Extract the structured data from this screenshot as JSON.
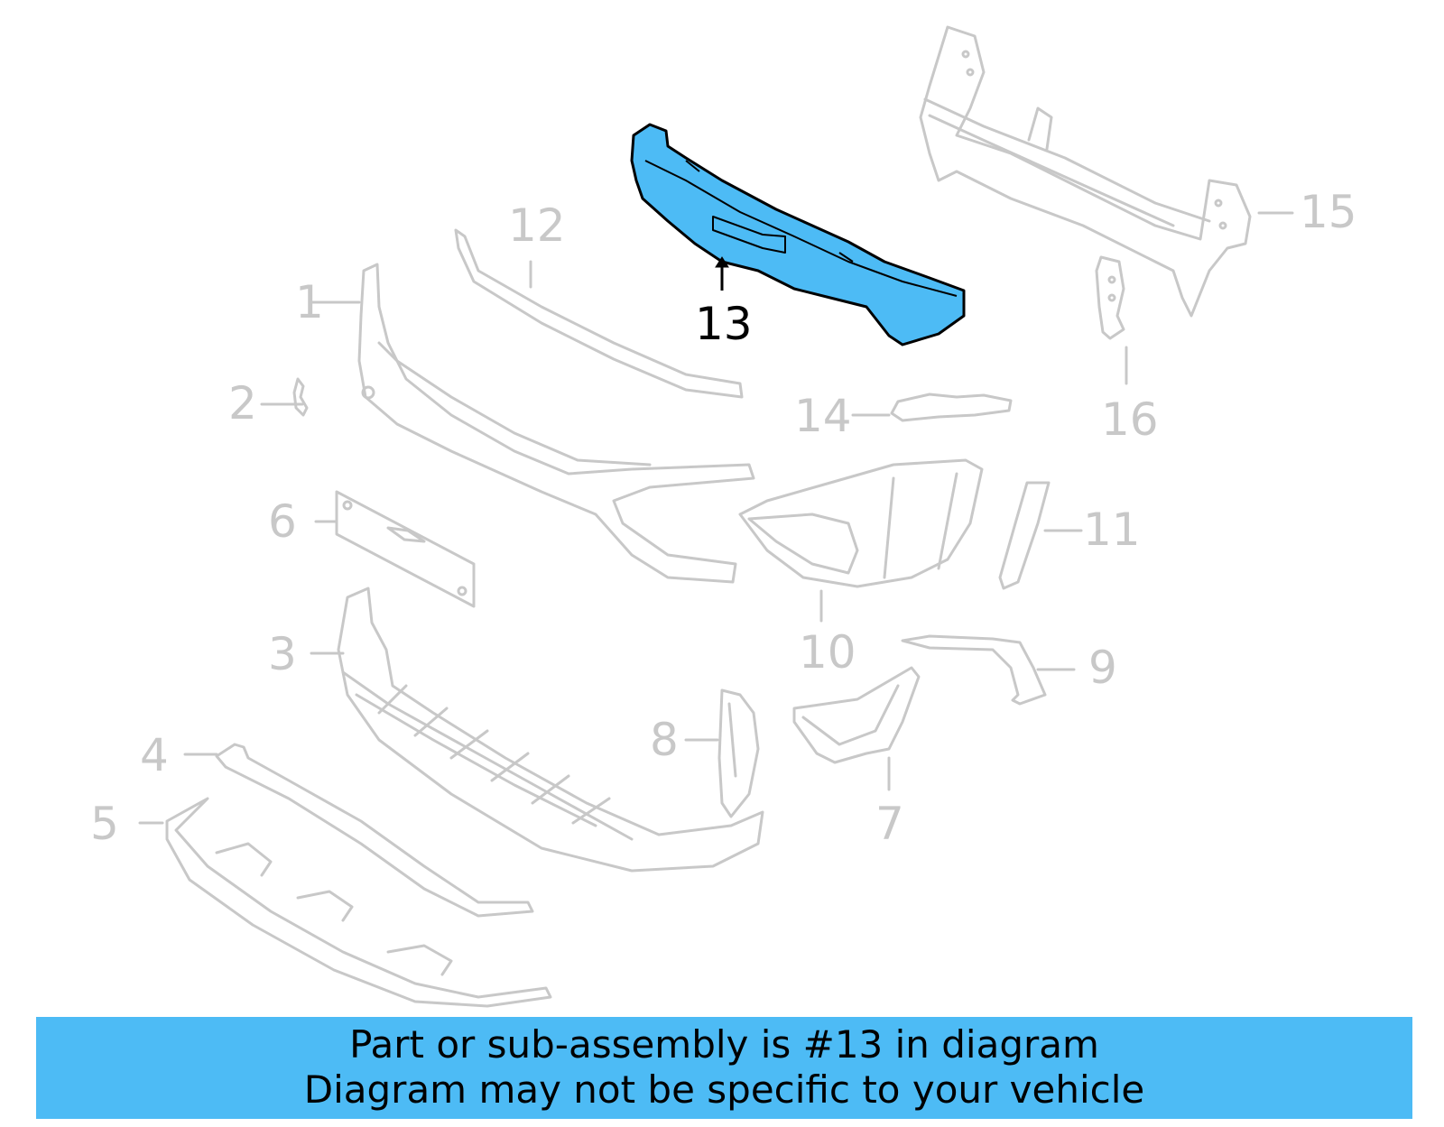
{
  "diagram": {
    "title": "Front bumper assembly parts diagram",
    "highlighted_part": "13",
    "highlight_color": "#4dbbf5",
    "inactive_color": "#c8c8c8",
    "callouts": [
      {
        "id": "1",
        "label": "1"
      },
      {
        "id": "2",
        "label": "2"
      },
      {
        "id": "3",
        "label": "3"
      },
      {
        "id": "4",
        "label": "4"
      },
      {
        "id": "5",
        "label": "5"
      },
      {
        "id": "6",
        "label": "6"
      },
      {
        "id": "7",
        "label": "7"
      },
      {
        "id": "8",
        "label": "8"
      },
      {
        "id": "9",
        "label": "9"
      },
      {
        "id": "10",
        "label": "10"
      },
      {
        "id": "11",
        "label": "11"
      },
      {
        "id": "12",
        "label": "12"
      },
      {
        "id": "13",
        "label": "13"
      },
      {
        "id": "14",
        "label": "14"
      },
      {
        "id": "15",
        "label": "15"
      },
      {
        "id": "16",
        "label": "16"
      }
    ]
  },
  "banner": {
    "line1": "Part or sub-assembly is #13 in diagram",
    "line2": "Diagram may not be specific to your vehicle",
    "background": "#4dbbf5"
  }
}
